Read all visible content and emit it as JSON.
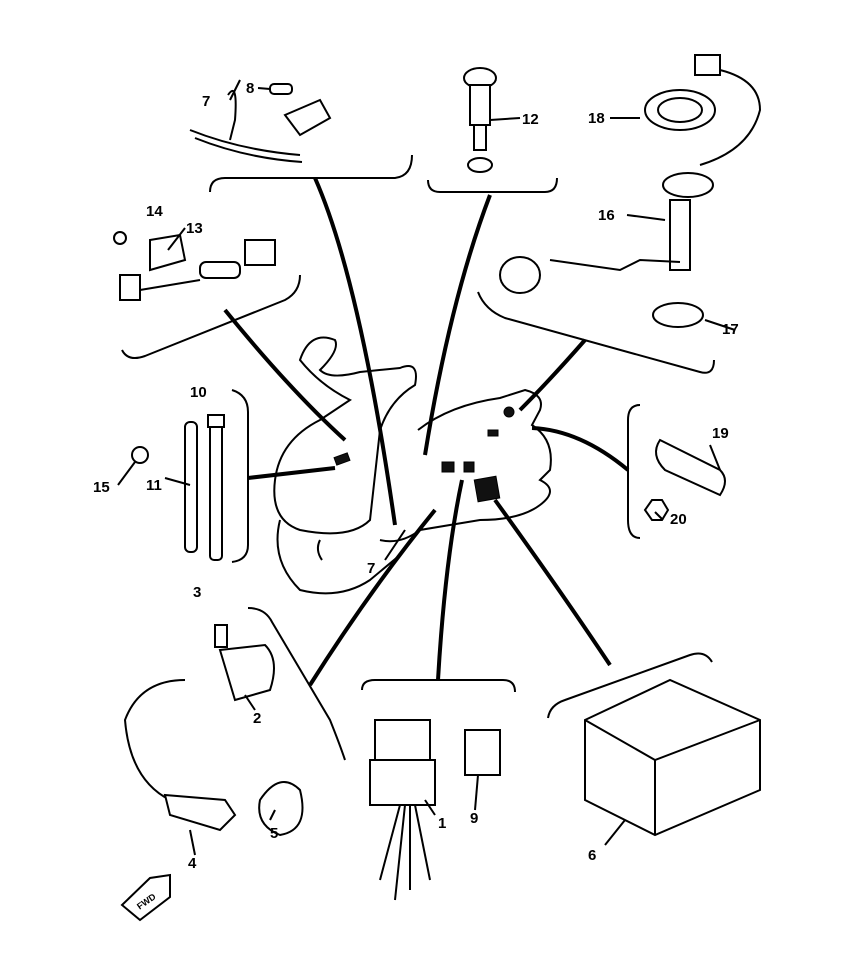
{
  "diagram": {
    "callouts": [
      {
        "id": "label-1",
        "text": "1"
      },
      {
        "id": "label-2",
        "text": "2"
      },
      {
        "id": "label-3",
        "text": "3"
      },
      {
        "id": "label-4",
        "text": "4"
      },
      {
        "id": "label-5",
        "text": "5"
      },
      {
        "id": "label-6",
        "text": "6"
      },
      {
        "id": "label-7a",
        "text": "7"
      },
      {
        "id": "label-7b",
        "text": "7"
      },
      {
        "id": "label-8",
        "text": "8"
      },
      {
        "id": "label-9",
        "text": "9"
      },
      {
        "id": "label-10",
        "text": "10"
      },
      {
        "id": "label-11",
        "text": "11"
      },
      {
        "id": "label-12",
        "text": "12"
      },
      {
        "id": "label-13",
        "text": "13"
      },
      {
        "id": "label-14",
        "text": "14"
      },
      {
        "id": "label-15",
        "text": "15"
      },
      {
        "id": "label-16",
        "text": "16"
      },
      {
        "id": "label-17",
        "text": "17"
      },
      {
        "id": "label-18",
        "text": "18"
      },
      {
        "id": "label-19",
        "text": "19"
      },
      {
        "id": "label-20",
        "text": "20"
      }
    ],
    "direction_marker": "FWD"
  }
}
